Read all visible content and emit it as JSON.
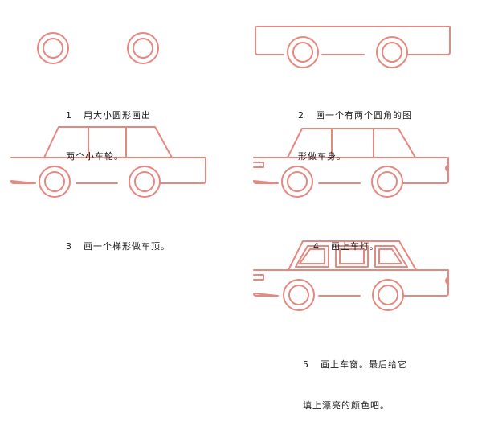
{
  "colors": {
    "stroke": "#e58880",
    "text": "#1a1a1a",
    "background": "#ffffff"
  },
  "steps": [
    {
      "number": "1",
      "line1": "用大小圆形画出",
      "line2": "两个小车轮。"
    },
    {
      "number": "2",
      "line1": "画一个有两个圆角的图",
      "line2": "形做车身。"
    },
    {
      "number": "3",
      "line1": "画一个梯形做车顶。",
      "line2": ""
    },
    {
      "number": "4",
      "line1": "画上车灯。",
      "line2": ""
    },
    {
      "number": "5",
      "line1": "画上车窗。最后给它",
      "line2": "填上漂亮的颜色吧。"
    }
  ]
}
